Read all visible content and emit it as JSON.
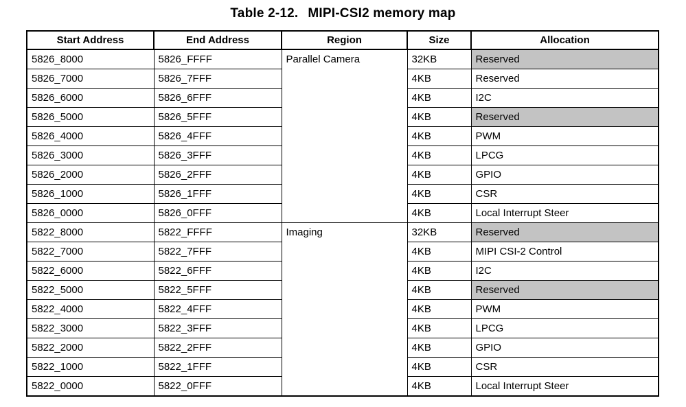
{
  "title": {
    "prefix": "Table 2-12.",
    "text": "MIPI-CSI2 memory map"
  },
  "colors": {
    "shaded_cell": "#c3c3c3",
    "border": "#000000",
    "text": "#000000",
    "background": "#ffffff"
  },
  "table": {
    "headers": [
      "Start Address",
      "End Address",
      "Region",
      "Size",
      "Allocation"
    ],
    "rows": [
      {
        "start": "5826_8000",
        "end": "5826_FFFF",
        "region": "Parallel Camera",
        "region_rowspan": 9,
        "size": "32KB",
        "allocation": "Reserved",
        "shaded": true
      },
      {
        "start": "5826_7000",
        "end": "5826_7FFF",
        "size": "4KB",
        "allocation": "Reserved",
        "shaded": false
      },
      {
        "start": "5826_6000",
        "end": "5826_6FFF",
        "size": "4KB",
        "allocation": "I2C",
        "shaded": false
      },
      {
        "start": "5826_5000",
        "end": "5826_5FFF",
        "size": "4KB",
        "allocation": "Reserved",
        "shaded": true
      },
      {
        "start": "5826_4000",
        "end": "5826_4FFF",
        "size": "4KB",
        "allocation": "PWM",
        "shaded": false
      },
      {
        "start": "5826_3000",
        "end": "5826_3FFF",
        "size": "4KB",
        "allocation": "LPCG",
        "shaded": false
      },
      {
        "start": "5826_2000",
        "end": "5826_2FFF",
        "size": "4KB",
        "allocation": "GPIO",
        "shaded": false
      },
      {
        "start": "5826_1000",
        "end": "5826_1FFF",
        "size": "4KB",
        "allocation": "CSR",
        "shaded": false
      },
      {
        "start": "5826_0000",
        "end": "5826_0FFF",
        "size": "4KB",
        "allocation": "Local Interrupt Steer",
        "shaded": false
      },
      {
        "start": "5822_8000",
        "end": "5822_FFFF",
        "region": "Imaging",
        "region_rowspan": 9,
        "size": "32KB",
        "allocation": "Reserved",
        "shaded": true
      },
      {
        "start": "5822_7000",
        "end": "5822_7FFF",
        "size": "4KB",
        "allocation": "MIPI CSI-2 Control",
        "shaded": false
      },
      {
        "start": "5822_6000",
        "end": "5822_6FFF",
        "size": "4KB",
        "allocation": "I2C",
        "shaded": false
      },
      {
        "start": "5822_5000",
        "end": "5822_5FFF",
        "size": "4KB",
        "allocation": "Reserved",
        "shaded": true
      },
      {
        "start": "5822_4000",
        "end": "5822_4FFF",
        "size": "4KB",
        "allocation": "PWM",
        "shaded": false
      },
      {
        "start": "5822_3000",
        "end": "5822_3FFF",
        "size": "4KB",
        "allocation": "LPCG",
        "shaded": false
      },
      {
        "start": "5822_2000",
        "end": "5822_2FFF",
        "size": "4KB",
        "allocation": "GPIO",
        "shaded": false
      },
      {
        "start": "5822_1000",
        "end": "5822_1FFF",
        "size": "4KB",
        "allocation": "CSR",
        "shaded": false
      },
      {
        "start": "5822_0000",
        "end": "5822_0FFF",
        "size": "4KB",
        "allocation": "Local Interrupt Steer",
        "shaded": false
      }
    ]
  }
}
